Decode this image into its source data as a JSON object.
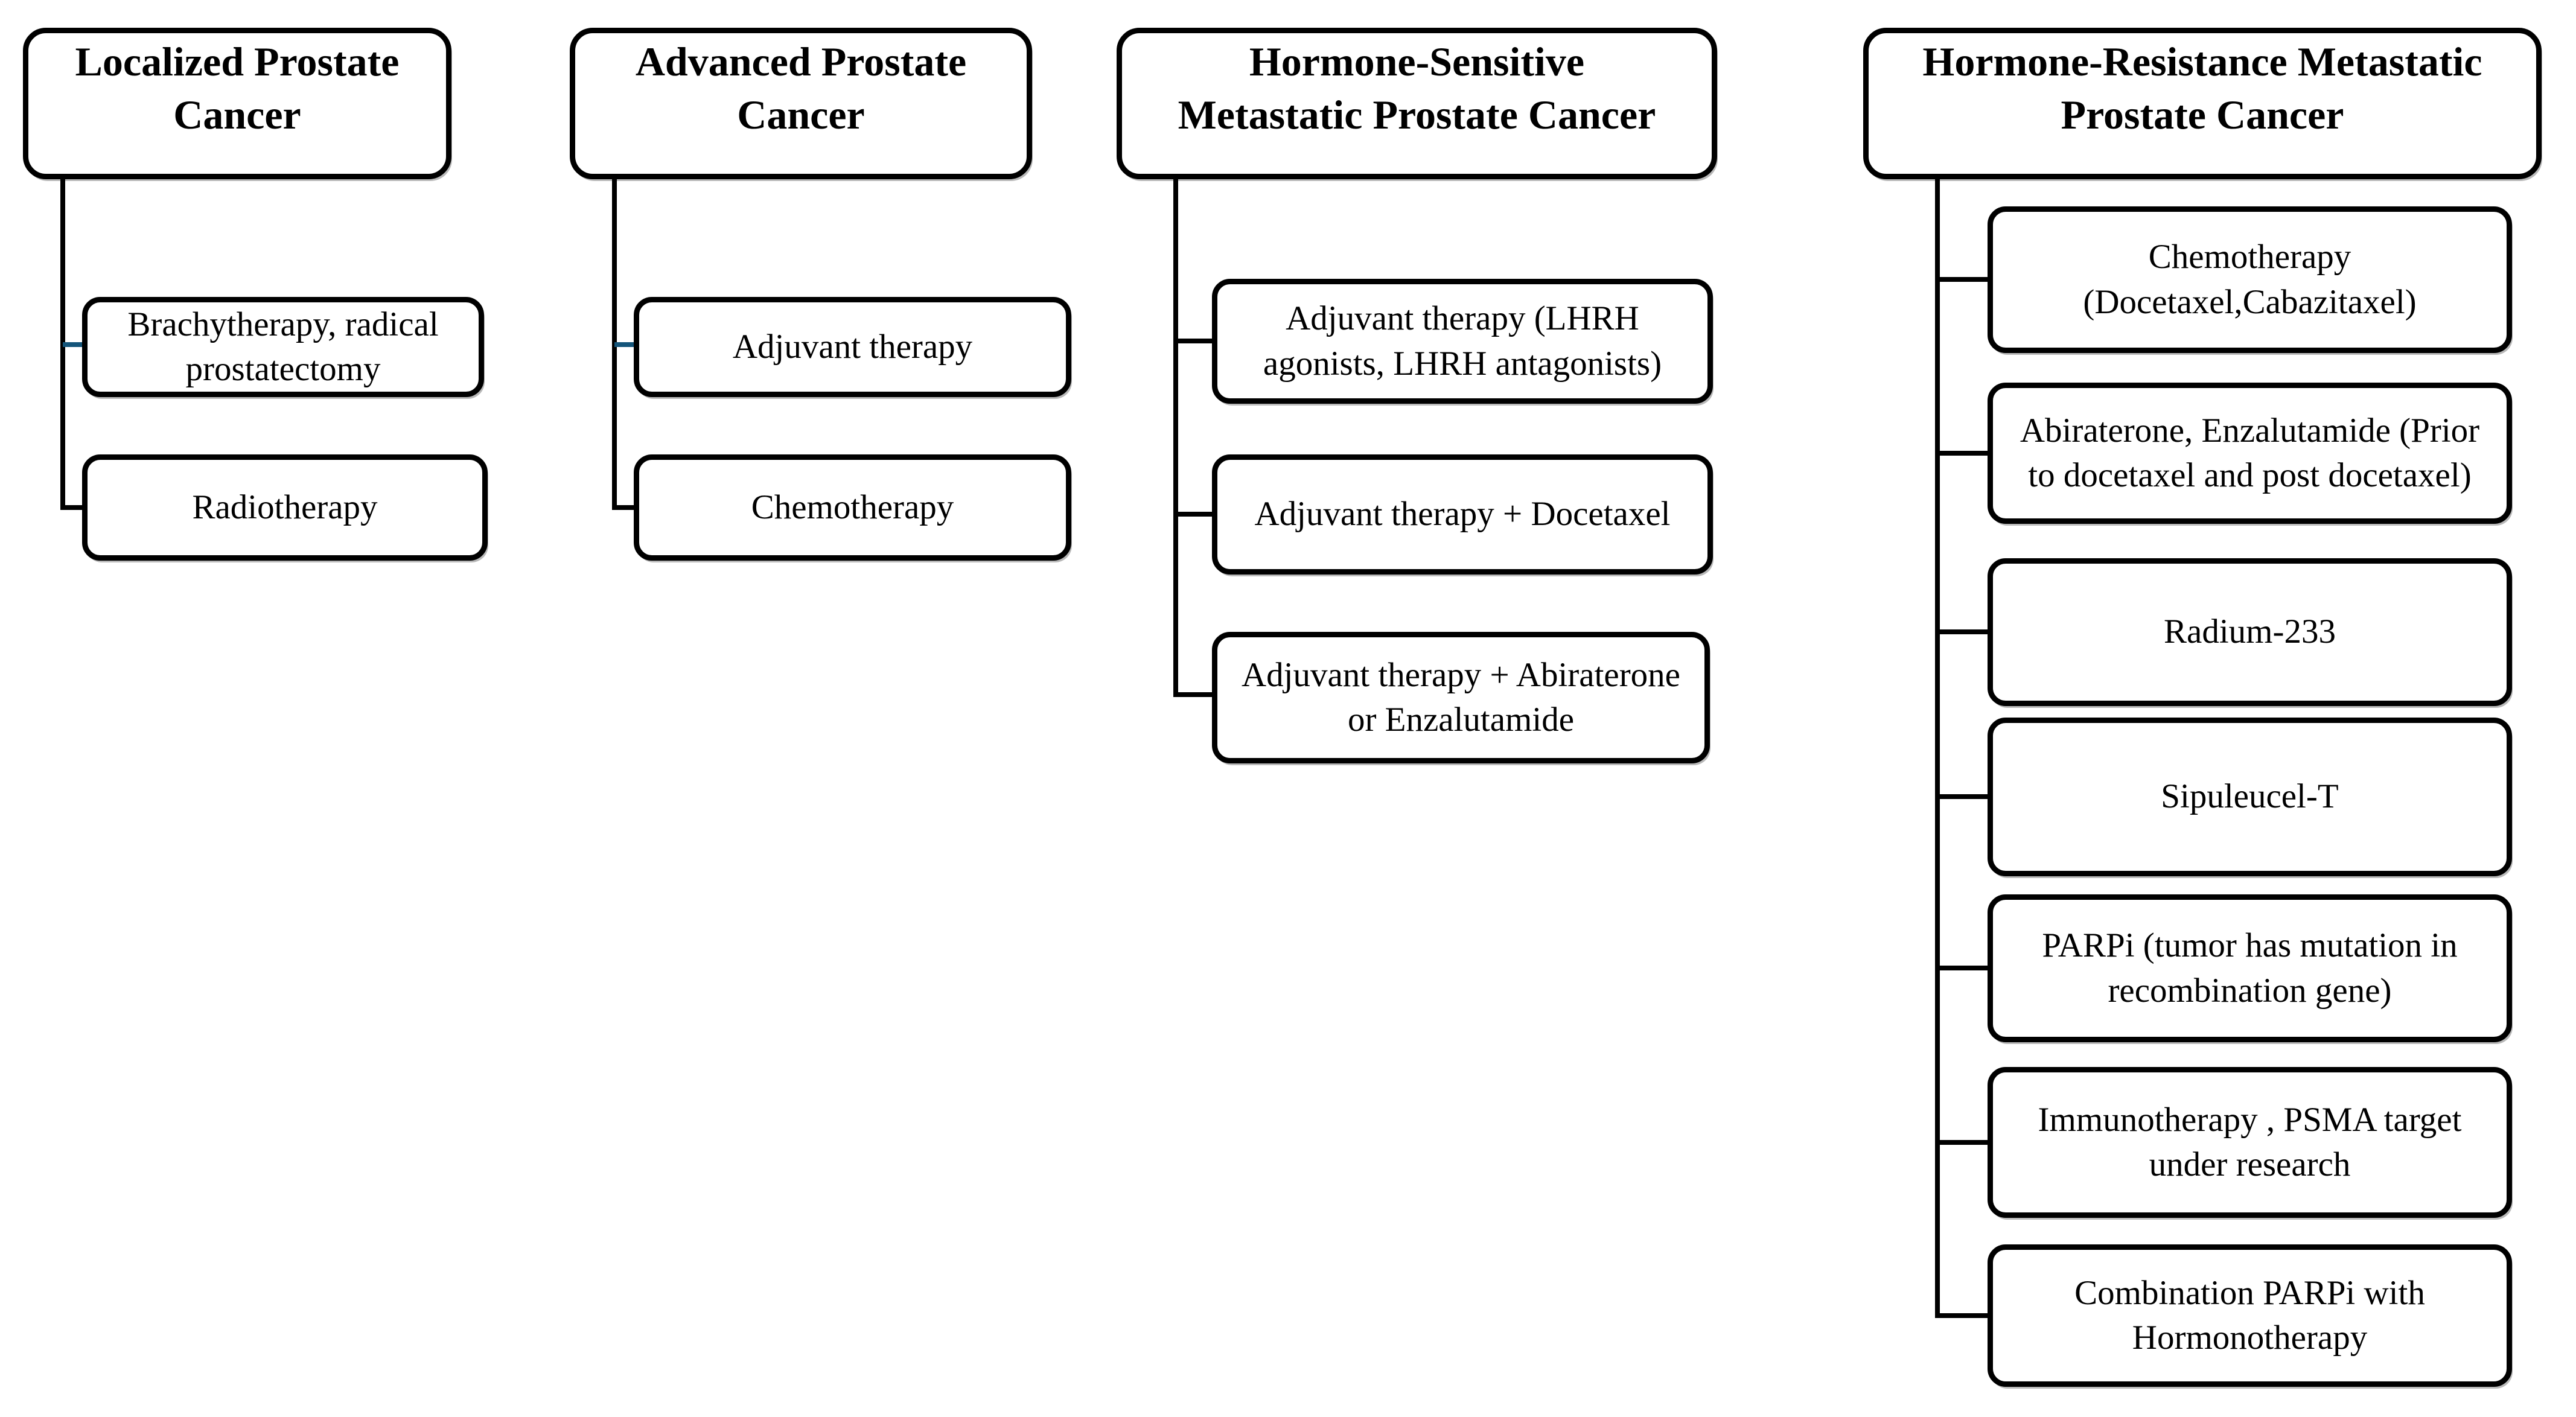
{
  "diagram_title": "Prostate cancer treatment pathways flowchart",
  "colors": {
    "background": "#ffffff",
    "box_border": "#000000",
    "text": "#000000",
    "connector": "#000000",
    "connector_accent": "#14557a"
  },
  "columns": [
    {
      "header": "Localized Prostate\nCancer",
      "children": [
        "Brachytherapy, radical\nprostatectomy",
        "Radiotherapy"
      ]
    },
    {
      "header": "Advanced Prostate\nCancer",
      "children": [
        "Adjuvant therapy",
        "Chemotherapy"
      ]
    },
    {
      "header": "Hormone-Sensitive\nMetastatic Prostate Cancer",
      "children": [
        "Adjuvant therapy (LHRH\nagonists, LHRH antagonists)",
        "Adjuvant therapy + Docetaxel",
        "Adjuvant therapy  + Abiraterone\nor Enzalutamide"
      ]
    },
    {
      "header": "Hormone-Resistance Metastatic\nProstate Cancer",
      "children": [
        "Chemotherapy\n(Docetaxel,Cabazitaxel)",
        "Abiraterone, Enzalutamide (Prior\nto docetaxel and post docetaxel)",
        "Radium-233",
        "Sipuleucel-T",
        "PARPi (tumor has mutation in\nrecombination gene)",
        "Immunotherapy , PSMA target\nunder research",
        "Combination PARPi with\nHormonotherapy"
      ]
    }
  ]
}
